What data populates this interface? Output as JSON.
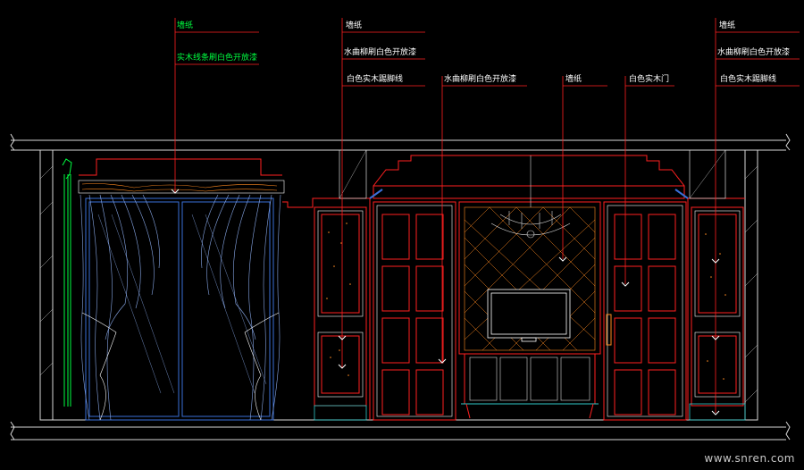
{
  "colors": {
    "background": "#000000",
    "slab": "#d8d8d8",
    "panel_red": "#ff2020",
    "panel_white": "#f0f0f0",
    "curtain": "#3a6fd8",
    "curtain_light": "#88a8e8",
    "leader": "#ff2020",
    "accent_green": "#00ff40",
    "cabinet_cyan": "#30c8c8",
    "orange": "#ff8a20"
  },
  "annotations": [
    {
      "id": "a1",
      "text": "墙纸",
      "color": "green"
    },
    {
      "id": "a2",
      "text": "实木线条刷白色开放漆",
      "color": "green"
    },
    {
      "id": "a3",
      "text": "墙纸",
      "color": "white"
    },
    {
      "id": "a4",
      "text": "水曲柳刷白色开放漆",
      "color": "white"
    },
    {
      "id": "a5",
      "text": "白色实木踢脚线",
      "color": "white"
    },
    {
      "id": "a6",
      "text": "水曲柳刷白色开放漆",
      "color": "white"
    },
    {
      "id": "a7",
      "text": "墙纸",
      "color": "white"
    },
    {
      "id": "a8",
      "text": "白色实木门",
      "color": "white"
    },
    {
      "id": "a9",
      "text": "墙纸",
      "color": "white"
    },
    {
      "id": "a10",
      "text": "水曲柳刷白色开放漆",
      "color": "white"
    },
    {
      "id": "a11",
      "text": "白色实木踢脚线",
      "color": "white"
    }
  ],
  "watermark": "www.snren.com"
}
